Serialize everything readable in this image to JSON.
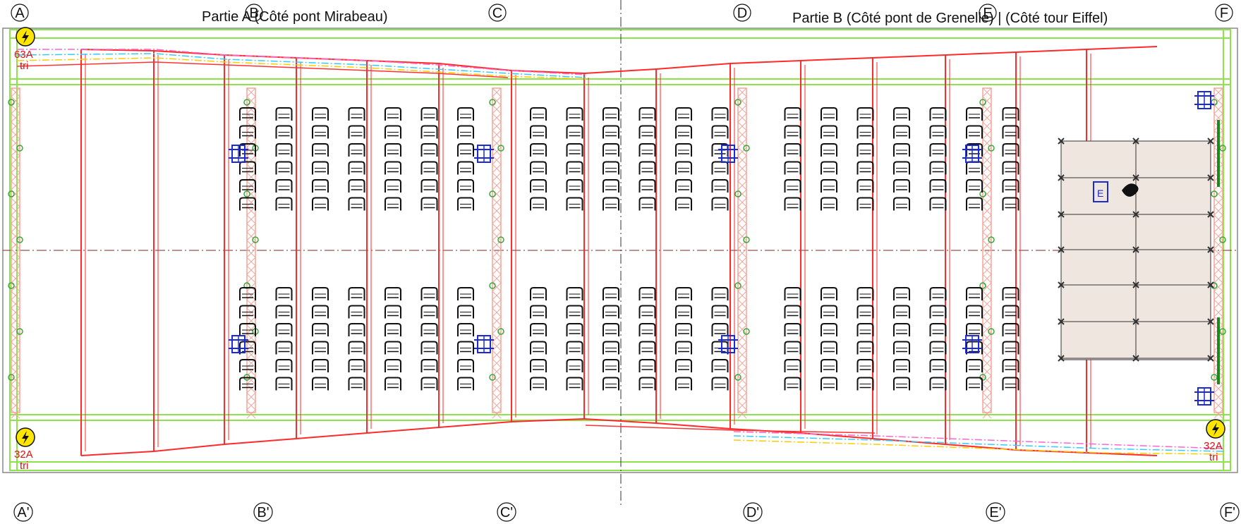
{
  "titles": {
    "part_a": "Partie A (Côté pont Mirabeau)",
    "part_b": "Partie B (Côté pont de Grenelle) | (Côté tour Eiffel)"
  },
  "grid_labels_top": [
    "A",
    "B",
    "C",
    "D",
    "E",
    "F"
  ],
  "grid_labels_bottom": [
    "A'",
    "B'",
    "C'",
    "D'",
    "E'",
    "F'"
  ],
  "power": [
    {
      "amps": "63A",
      "phase": "tri"
    },
    {
      "amps": "32A",
      "phase": "tri"
    },
    {
      "amps": "32A",
      "phase": "tri"
    }
  ],
  "stage_label": "E",
  "colors": {
    "structure_green": "#8de34a",
    "frame_red": "#ff2a2a",
    "truss_pink": "#f3a59a",
    "seat_black": "#111111",
    "speaker_blue": "#1a2ad6",
    "stage_fill": "#efe6e0",
    "power_yellow": "#ffe600"
  },
  "icons": [
    "lightning-icon",
    "chair-icon",
    "speaker-icon",
    "truss-icon",
    "grid-circle-icon"
  ]
}
